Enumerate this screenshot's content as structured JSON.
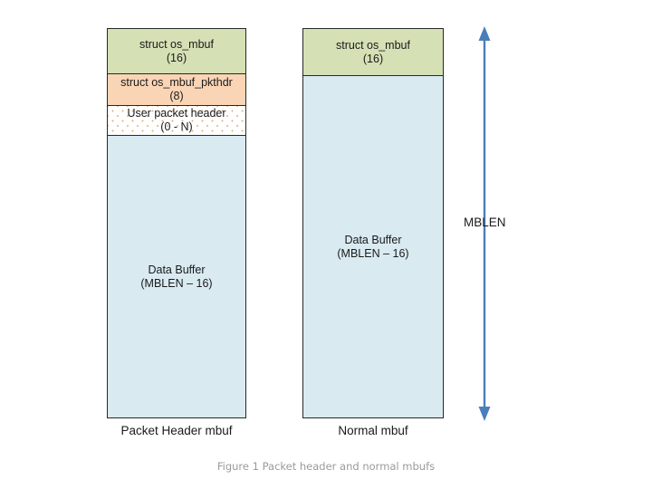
{
  "figure": {
    "caption": "Figure 1 Packet header and normal mbufs"
  },
  "colors": {
    "mbuf_struct": "#d5e0b5",
    "pkthdr_struct": "#fad5b5",
    "user_header_dots": "#e0b080",
    "data_buffer": "#d9eaf1",
    "border": "#26282a",
    "arrow": "#4a7ebb",
    "caption_text": "#9a9a9a",
    "background": "#ffffff"
  },
  "columns": [
    {
      "id": "packet-header-mbuf",
      "caption": "Packet Header mbuf",
      "segments": [
        {
          "id": "os-mbuf",
          "label": "struct os_mbuf\n(16)",
          "fill": "mbuf_struct"
        },
        {
          "id": "os-mbuf-pkthdr",
          "label": "struct os_mbuf_pkthdr\n(8)",
          "fill": "pkthdr_struct"
        },
        {
          "id": "user-packet-header",
          "label": "User packet header\n(0 - N)",
          "fill": "user_header_dots"
        },
        {
          "id": "data-buffer",
          "label": "Data Buffer\n(MBLEN – 16)",
          "fill": "data_buffer"
        }
      ]
    },
    {
      "id": "normal-mbuf",
      "caption": "Normal mbuf",
      "segments": [
        {
          "id": "os-mbuf",
          "label": "struct os_mbuf\n(16)",
          "fill": "mbuf_struct"
        },
        {
          "id": "data-buffer",
          "label": "Data Buffer\n(MBLEN – 16)",
          "fill": "data_buffer"
        }
      ]
    }
  ],
  "measure": {
    "label": "MBLEN"
  }
}
